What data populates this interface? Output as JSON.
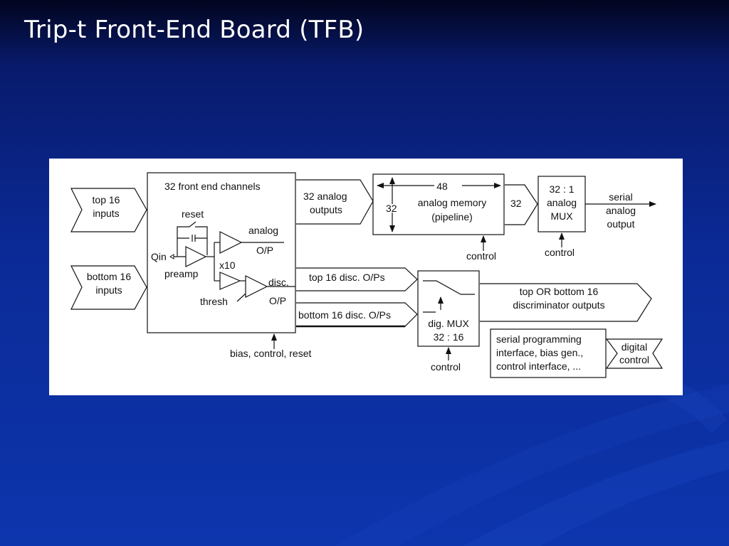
{
  "slide": {
    "title": "Trip-t Front-End Board (TFB)"
  },
  "diagram": {
    "inputs": {
      "top": [
        "top 16",
        "inputs"
      ],
      "bottom": [
        "bottom 16",
        "inputs"
      ]
    },
    "front_end": {
      "title": "32 front end channels",
      "reset": "reset",
      "qin": "Qin",
      "preamp": "preamp",
      "x10": "x10",
      "analog_op": [
        "analog",
        "O/P"
      ],
      "thresh": "thresh",
      "disc_op": [
        "disc.",
        "O/P"
      ],
      "bottom_label": "bias, control, reset"
    },
    "analog_outputs": [
      "32 analog",
      "outputs"
    ],
    "analog_memory": {
      "width": "48",
      "depth": "32",
      "label": [
        "analog memory",
        "(pipeline)"
      ],
      "control": "control"
    },
    "link_32": "32",
    "analog_mux": {
      "label": [
        "32 : 1",
        "analog",
        "MUX"
      ],
      "control": "control"
    },
    "serial_output": [
      "serial",
      "analog",
      "output"
    ],
    "disc_top": "top 16 disc. O/Ps",
    "disc_bottom": "bottom 16 disc. O/Ps",
    "dig_mux": {
      "label": [
        "dig. MUX",
        "32 : 16"
      ],
      "control": "control"
    },
    "disc_output": [
      "top OR bottom 16",
      "discriminator outputs"
    ],
    "serial_prog": [
      "serial programming",
      "interface, bias gen.,",
      "control interface, ..."
    ],
    "digital_control": [
      "digital",
      "control"
    ]
  }
}
